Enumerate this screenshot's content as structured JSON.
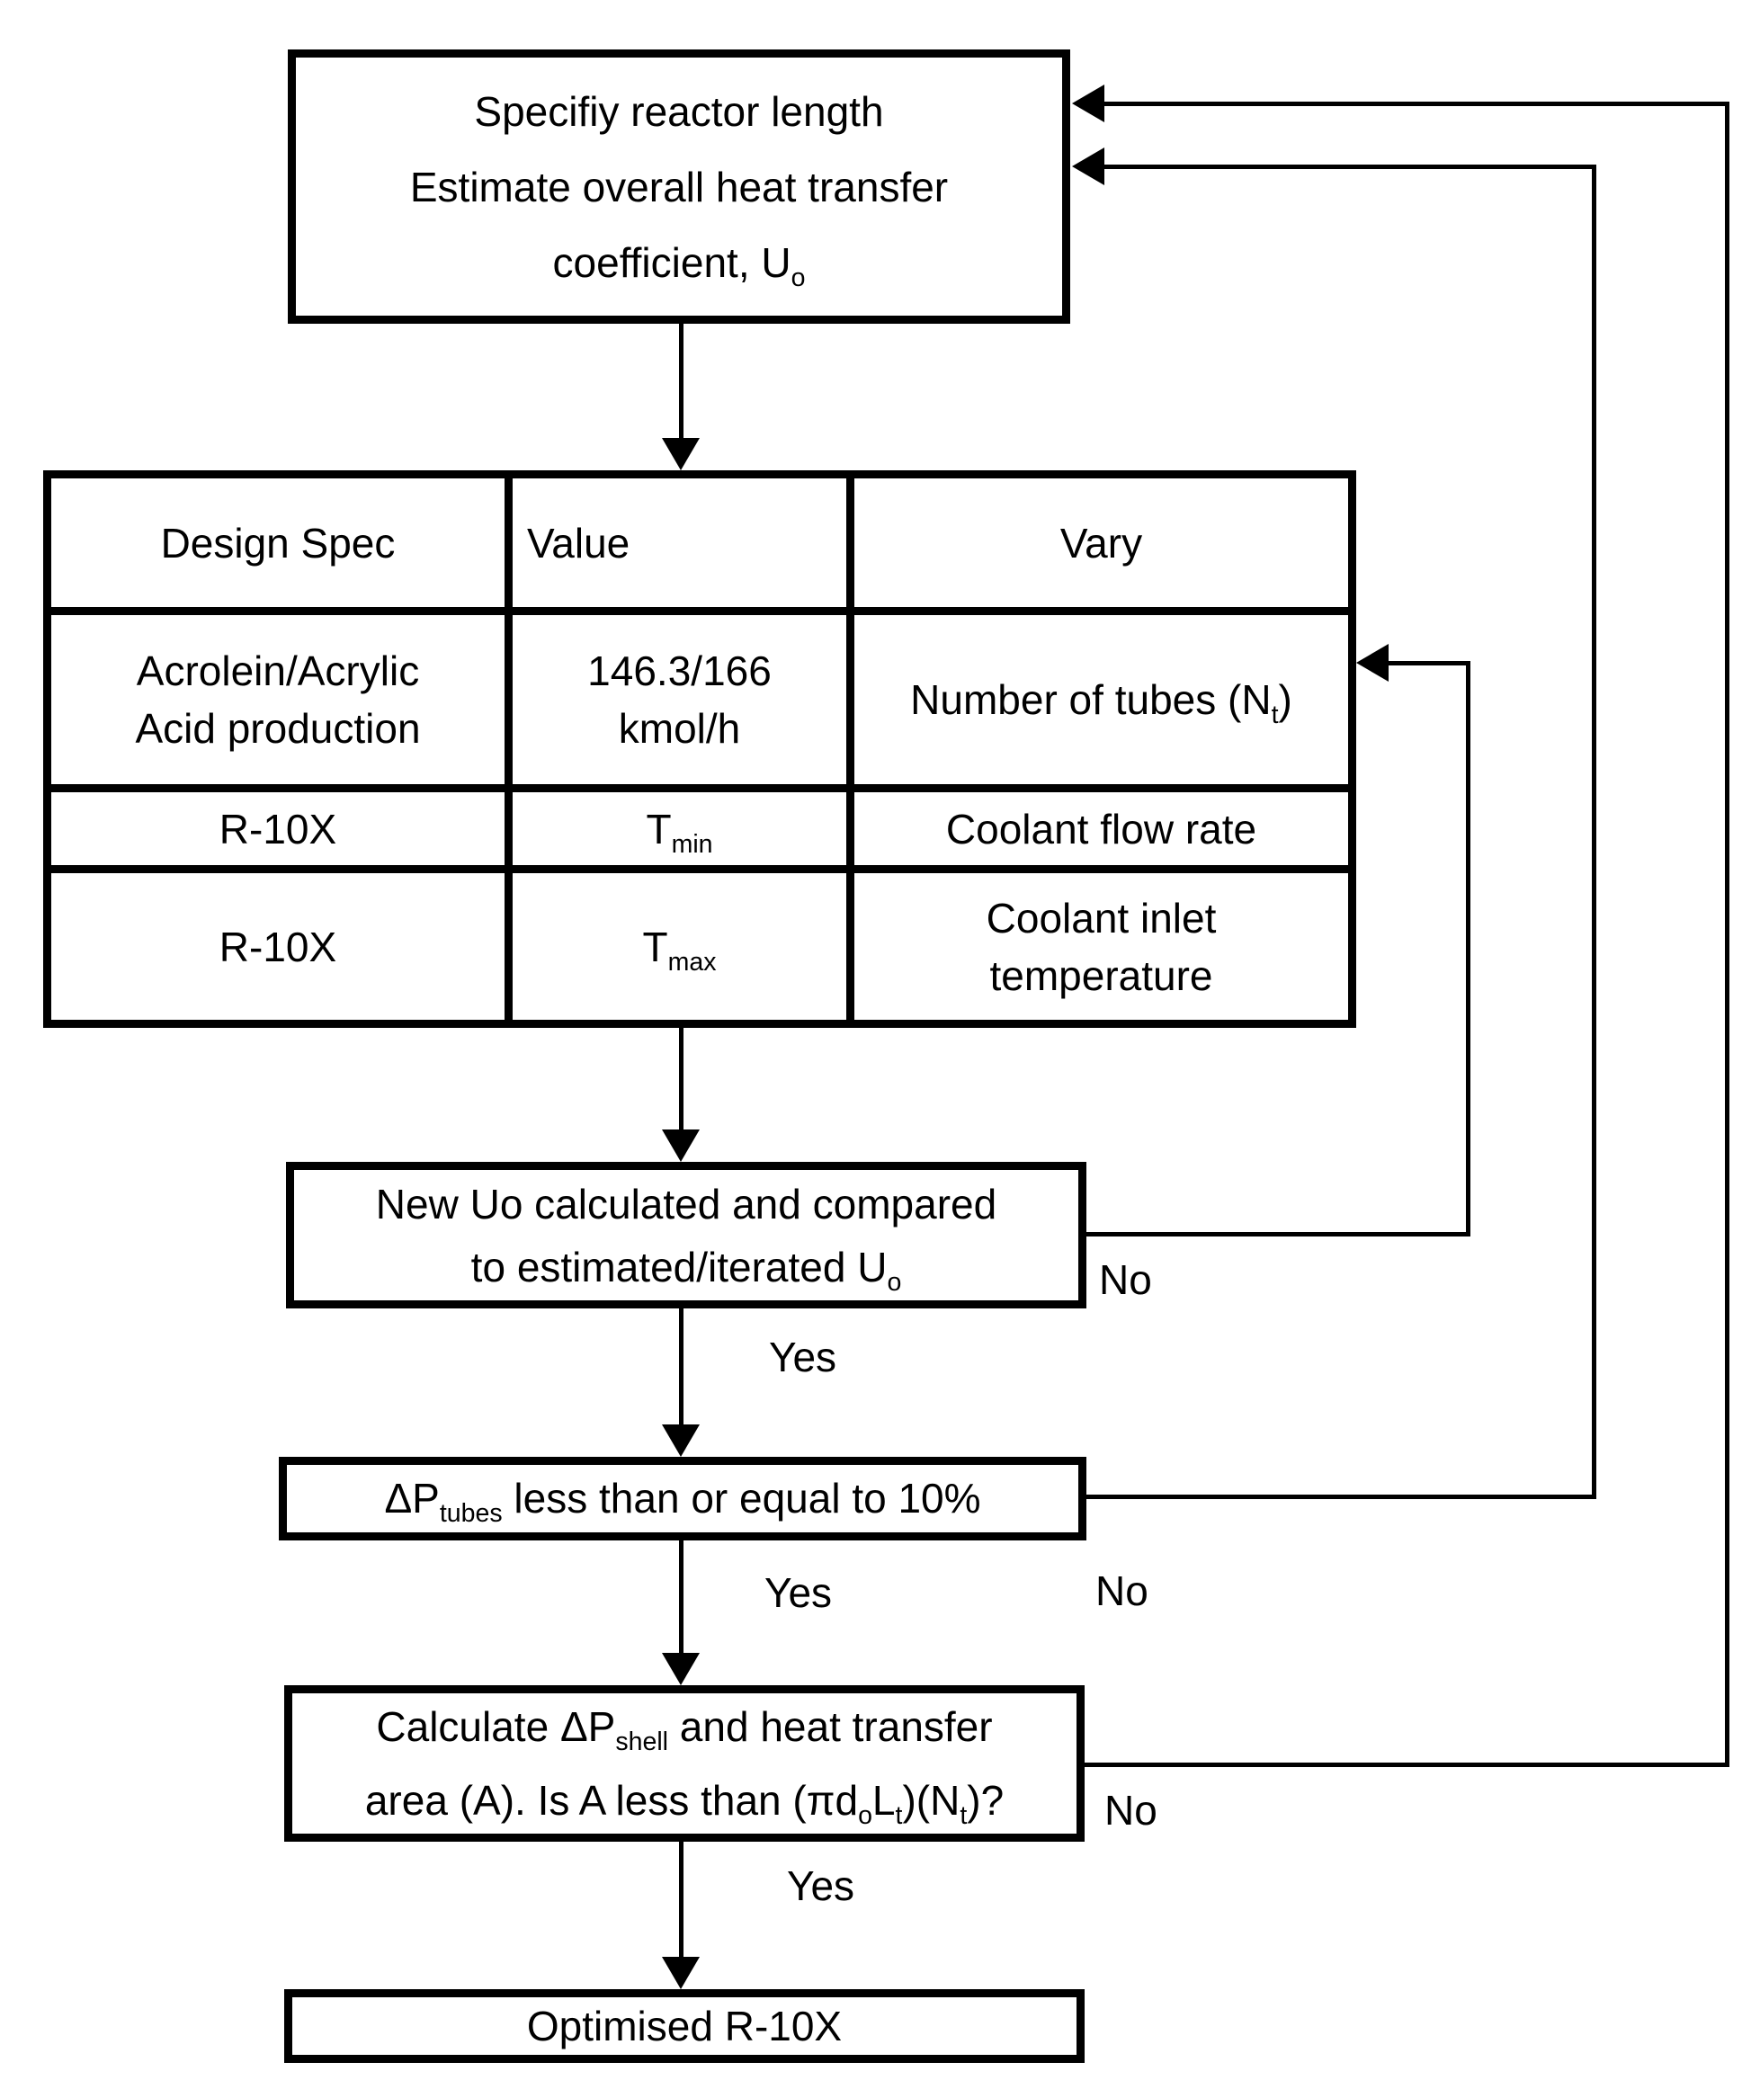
{
  "top_box": {
    "l1": "Specifiy reactor length",
    "l2": "Estimate overall heat transfer",
    "l3": [
      [
        "coefficient, U"
      ],
      [
        "o",
        "sub"
      ]
    ]
  },
  "table": {
    "header": {
      "design_spec": "Design Spec",
      "value": "Value",
      "vary": "Vary"
    },
    "r1": {
      "spec_l1": "Acrolein/Acrylic",
      "spec_l2": "Acid production",
      "value_l1": "146.3/166",
      "value_l2": "kmol/h",
      "vary": [
        [
          "Number of tubes (N"
        ],
        [
          "t",
          "sub"
        ],
        [
          ")"
        ]
      ]
    },
    "r2": {
      "spec": "R-10X",
      "value": [
        [
          "T"
        ],
        [
          "min",
          "sub"
        ]
      ],
      "vary": "Coolant flow rate"
    },
    "r3": {
      "spec": "R-10X",
      "value": [
        [
          "T"
        ],
        [
          "max",
          "sub"
        ]
      ],
      "vary_l1": "Coolant inlet",
      "vary_l2": "temperature"
    }
  },
  "new_uo_box": {
    "l1": "New Uo calculated and compared",
    "l2": [
      [
        "to estimated/iterated U"
      ],
      [
        "o",
        "sub"
      ]
    ]
  },
  "dp_tubes_box": {
    "l1": [
      [
        "ΔP"
      ],
      [
        "tubes",
        "sub"
      ],
      [
        " less than or equal to 10%"
      ]
    ]
  },
  "calc_box": {
    "l1": [
      [
        "Calculate ΔP"
      ],
      [
        "shell",
        "sub"
      ],
      [
        " and heat transfer"
      ]
    ],
    "l2": [
      [
        "area (A). Is A less than (πd"
      ],
      [
        "o",
        "sub"
      ],
      [
        "L"
      ],
      [
        "t",
        "sub"
      ],
      [
        ")(N"
      ],
      [
        "t",
        "sub"
      ],
      [
        ")?"
      ]
    ]
  },
  "opt_box": {
    "l1": "Optimised R-10X"
  },
  "labels": {
    "yes_new_uo": "Yes",
    "no_new_uo": "No",
    "yes_dp": "Yes",
    "no_dp": "No",
    "yes_calc": "Yes",
    "no_calc": "No"
  },
  "colors": {
    "stroke": "#000000",
    "background": "#ffffff"
  }
}
